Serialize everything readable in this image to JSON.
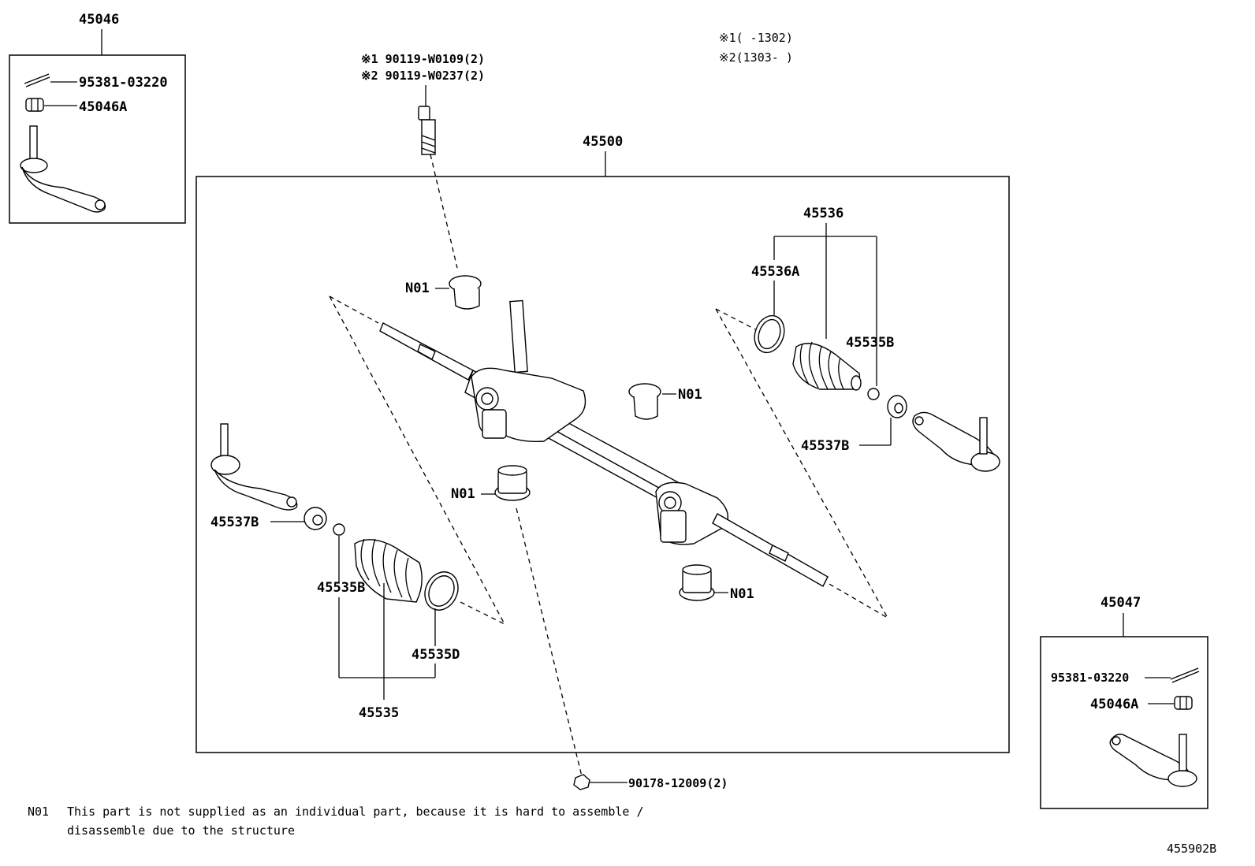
{
  "callouts": {
    "p45046": "45046",
    "p45047": "45047",
    "p45500": "45500",
    "p45536": "45536",
    "p45536a": "45536A",
    "p45535b_right": "45535B",
    "p45537b_right": "45537B",
    "p45537b_left": "45537B",
    "p45535b_left": "45535B",
    "p45535d": "45535D",
    "p45535": "45535",
    "cotter_pin_left": "95381-03220",
    "nut_left": "45046A",
    "cotter_pin_right": "95381-03220",
    "nut_right": "45046A",
    "bolt_1": "※1 90119-W0109(2)",
    "bolt_2": "※2 90119-W0237(2)",
    "nut_bottom": "90178-12009(2)",
    "n01_a": "N01",
    "n01_b": "N01",
    "n01_c": "N01",
    "n01_d": "N01"
  },
  "legend": {
    "range_1": "※1(   -1302)",
    "range_2": "※2(1303-   )"
  },
  "footnote": {
    "code": "N01",
    "line1": "This part is not supplied as an individual part, because it is hard to assemble /",
    "line2": "disassemble due to the structure"
  },
  "diagram_id": "455902B"
}
